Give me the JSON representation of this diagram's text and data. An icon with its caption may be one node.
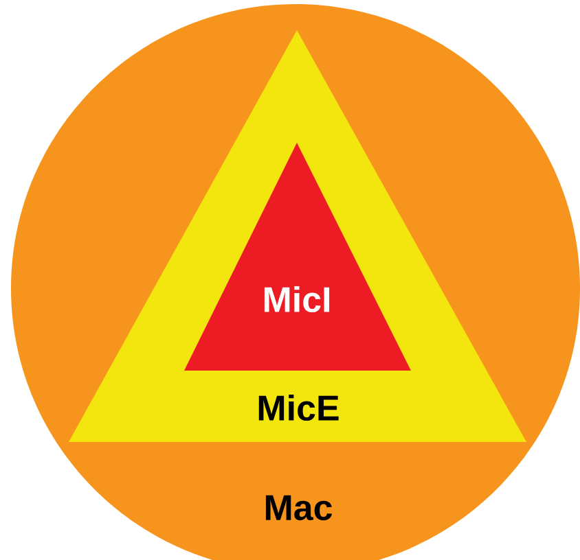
{
  "diagram": {
    "nodes": [
      {
        "text": [
          "Mac"
        ]
      },
      {
        "text": [
          "MicE"
        ],
        "in": 0
      },
      {
        "text": [
          "MicI"
        ],
        "in": 1
      }
    ]
  }
}
